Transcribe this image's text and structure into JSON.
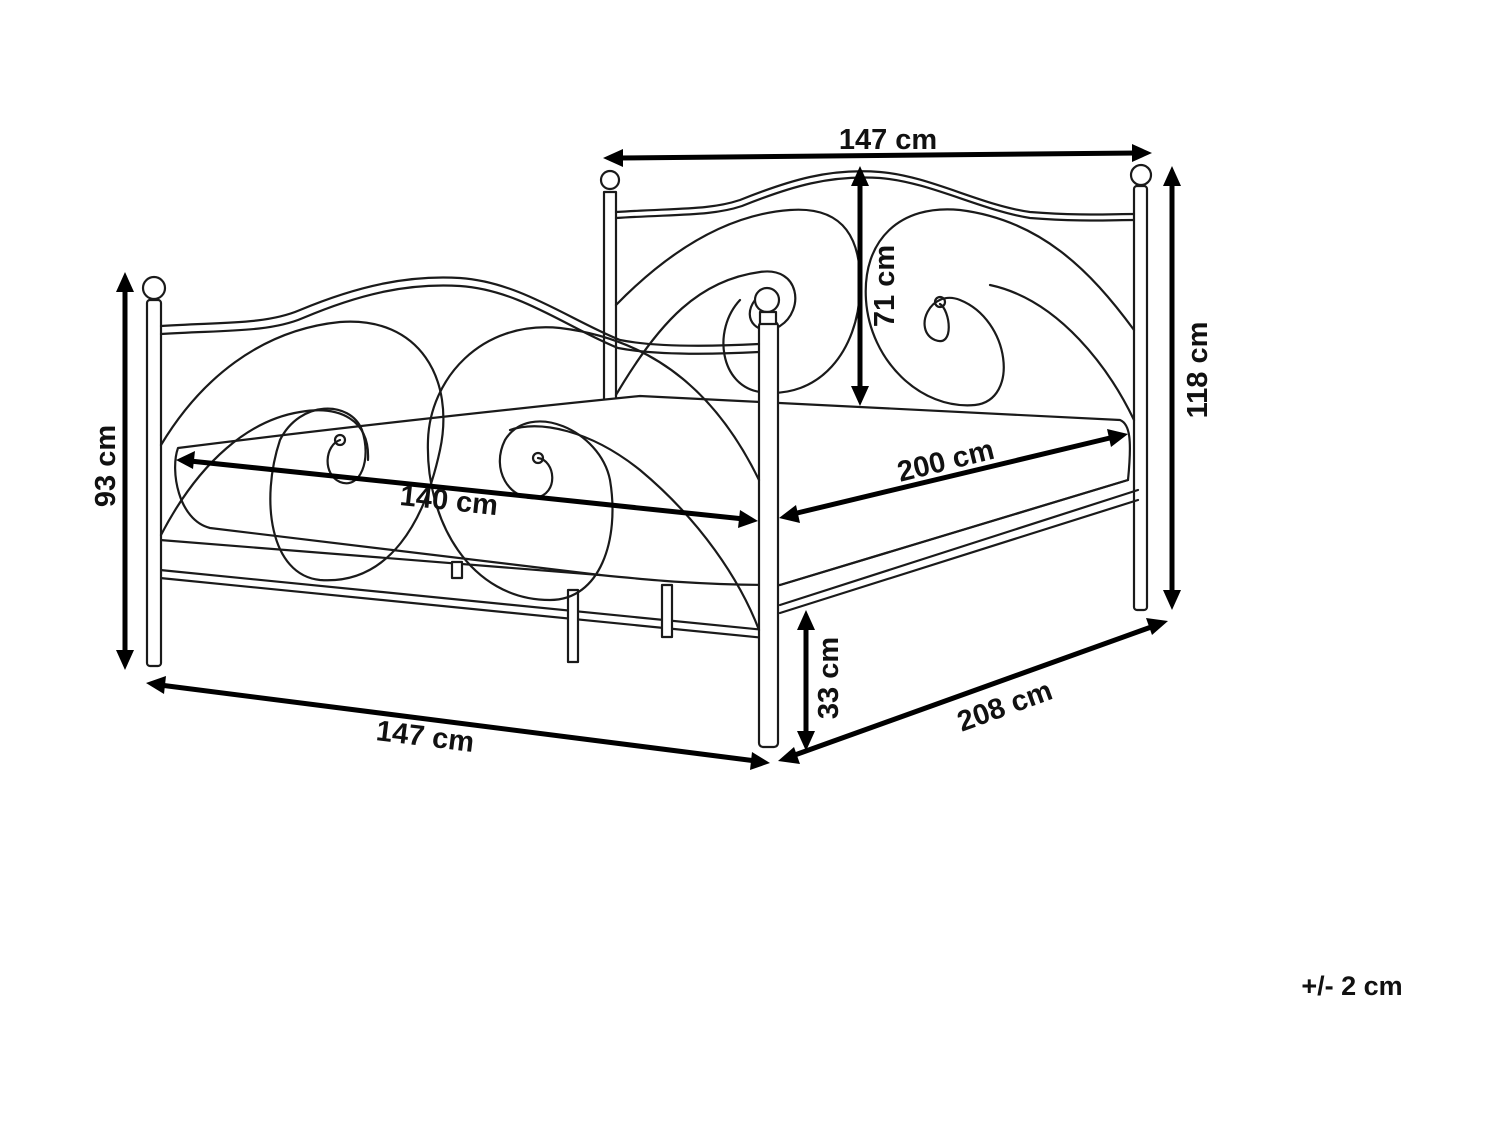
{
  "diagram": {
    "dimensions": {
      "headboard_width": "147 cm",
      "headboard_height": "118 cm",
      "headboard_panel_height": "71 cm",
      "footboard_width": "147 cm",
      "footboard_height": "93 cm",
      "mattress_width": "140 cm",
      "mattress_length": "200 cm",
      "frame_length": "208 cm",
      "clearance_height": "33 cm"
    },
    "tolerance": "+/- 2 cm",
    "colors": {
      "line": "#1a1a1a",
      "arrow": "#000000",
      "background": "#ffffff"
    }
  }
}
